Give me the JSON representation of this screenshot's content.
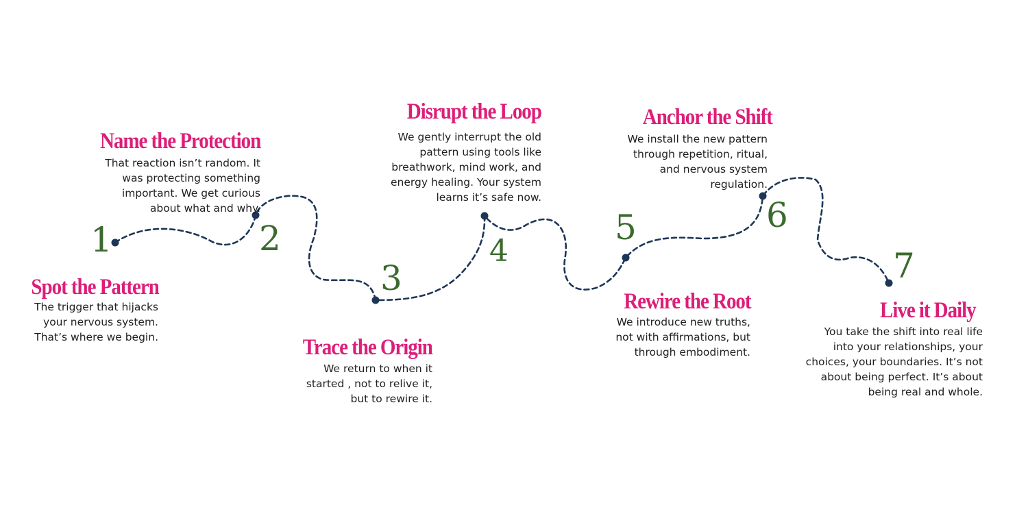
{
  "colors": {
    "accent_pink": "#dd1e79",
    "number_green": "#3b6a2e",
    "path_navy": "#1d3557",
    "text": "#1f1f1f"
  },
  "steps": [
    {
      "number": "1",
      "title": "Spot the Pattern",
      "lines": [
        "The trigger that hijacks",
        "your nervous system.",
        "That’s where we begin."
      ]
    },
    {
      "number": "2",
      "title": "Name  the Protection",
      "lines": [
        "That reaction isn’t random. It",
        "was protecting something",
        "important. We get curious",
        "about what and why."
      ]
    },
    {
      "number": "3",
      "title": "Trace the Origin",
      "lines": [
        "We return to when it",
        "started , not to relive it,",
        "but to rewire it."
      ]
    },
    {
      "number": "4",
      "title": "Disrupt the Loop",
      "lines": [
        "We gently interrupt the old",
        "pattern using tools like",
        "breathwork, mind work, and",
        "energy healing. Your system",
        "learns it’s safe now."
      ]
    },
    {
      "number": "5",
      "title": "Rewire the Root",
      "lines": [
        "We introduce new truths,",
        "not with affirmations, but",
        "through embodiment."
      ]
    },
    {
      "number": "6",
      "title": "Anchor the Shift",
      "lines": [
        "We install the new pattern",
        "through repetition, ritual,",
        "and nervous system",
        "regulation."
      ]
    },
    {
      "number": "7",
      "title": "Live it Daily",
      "lines": [
        "You take the shift into real life",
        "into your relationships, your",
        "choices, your boundaries. It’s not",
        "about being perfect. It’s about",
        "being real and whole."
      ]
    }
  ]
}
